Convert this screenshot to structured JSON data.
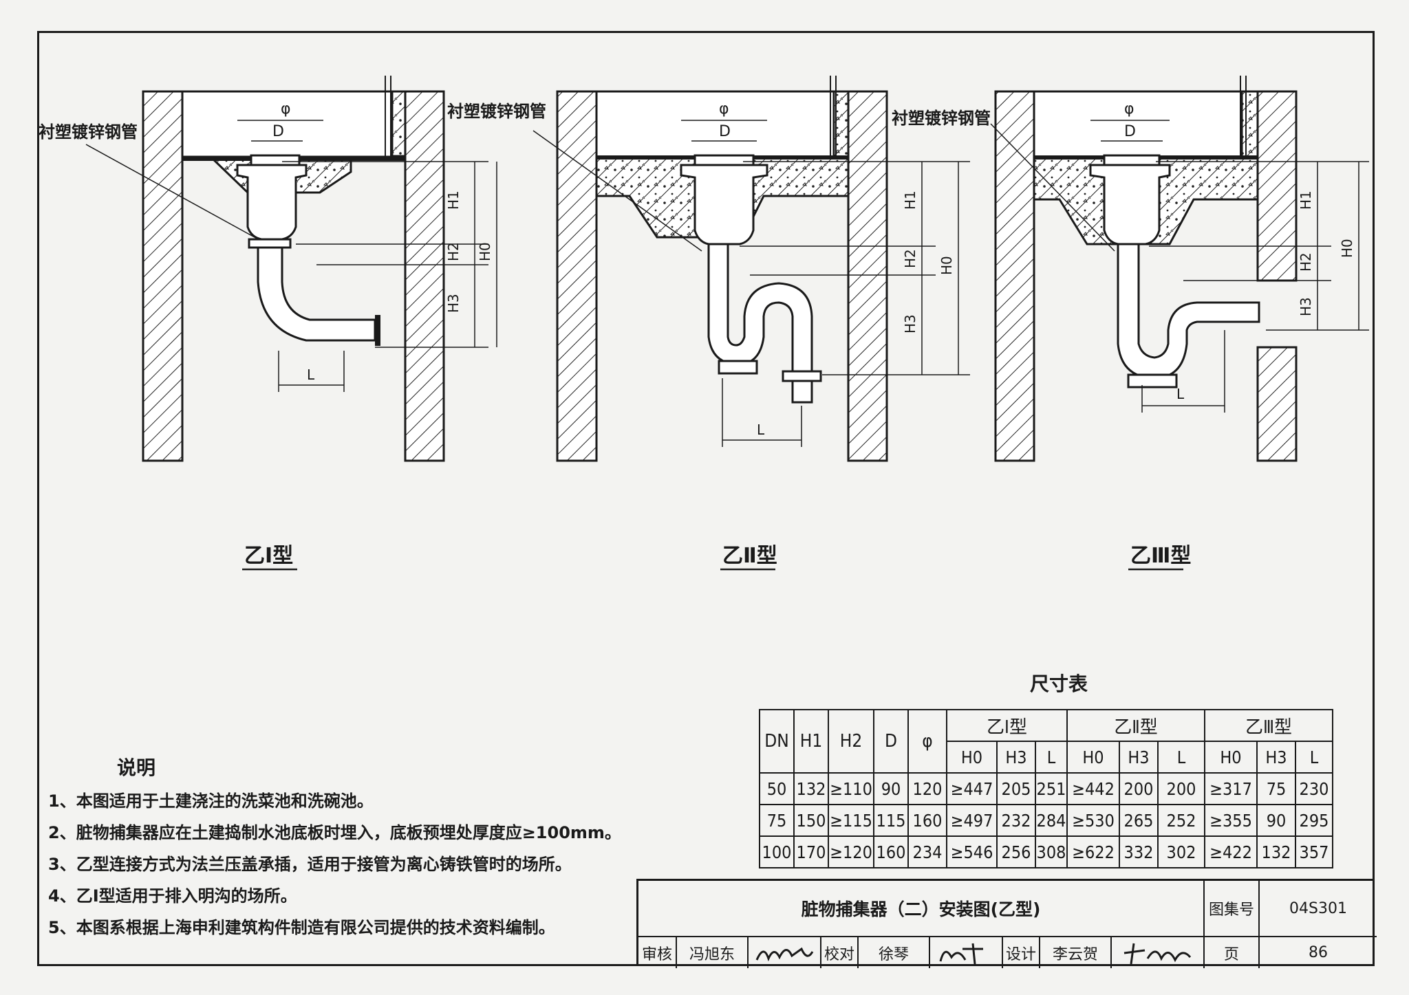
{
  "labels": {
    "pipe_label": "衬塑镀锌钢管",
    "phi": "φ",
    "d": "D",
    "h0": "H0",
    "h1": "H1",
    "h2": "H2",
    "h3": "H3",
    "l": "L"
  },
  "types": [
    {
      "caption": "乙Ⅰ型"
    },
    {
      "caption": "乙Ⅱ型"
    },
    {
      "caption": "乙Ⅲ型"
    }
  ],
  "table": {
    "title": "尺寸表",
    "columns": [
      "DN",
      "H1",
      "H2",
      "D",
      "φ"
    ],
    "groups": [
      "乙Ⅰ型",
      "乙Ⅱ型",
      "乙Ⅲ型"
    ],
    "subcolumns": [
      "H0",
      "H3",
      "L"
    ],
    "rows": [
      [
        "50",
        "132",
        "≥110",
        "90",
        "120",
        "≥447",
        "205",
        "251",
        "≥442",
        "200",
        "200",
        "≥317",
        "75",
        "230"
      ],
      [
        "75",
        "150",
        "≥115",
        "115",
        "160",
        "≥497",
        "232",
        "284",
        "≥530",
        "265",
        "252",
        "≥355",
        "90",
        "295"
      ],
      [
        "100",
        "170",
        "≥120",
        "160",
        "234",
        "≥546",
        "256",
        "308",
        "≥622",
        "332",
        "302",
        "≥422",
        "132",
        "357"
      ]
    ]
  },
  "notes": {
    "heading": "说明",
    "items": [
      "1、本图适用于土建浇注的洗菜池和洗碗池。",
      "2、脏物捕集器应在土建捣制水池底板时埋入，底板预埋处厚度应≥100mm。",
      "3、乙型连接方式为法兰压盖承插，适用于接管为离心铸铁管时的场所。",
      "4、乙Ⅰ型适用于排入明沟的场所。",
      "5、本图系根据上海申利建筑构件制造有限公司提供的技术资料编制。"
    ]
  },
  "title_block": {
    "drawing_title": "脏物捕集器（二）安装图(乙型)",
    "atlas_label": "图集号",
    "atlas_no": "04S301",
    "review_label": "审核",
    "reviewer": "冯旭东",
    "check_label": "校对",
    "checker": "徐琴",
    "design_label": "设计",
    "designer": "李云贺",
    "page_label": "页",
    "page_no": "86"
  }
}
